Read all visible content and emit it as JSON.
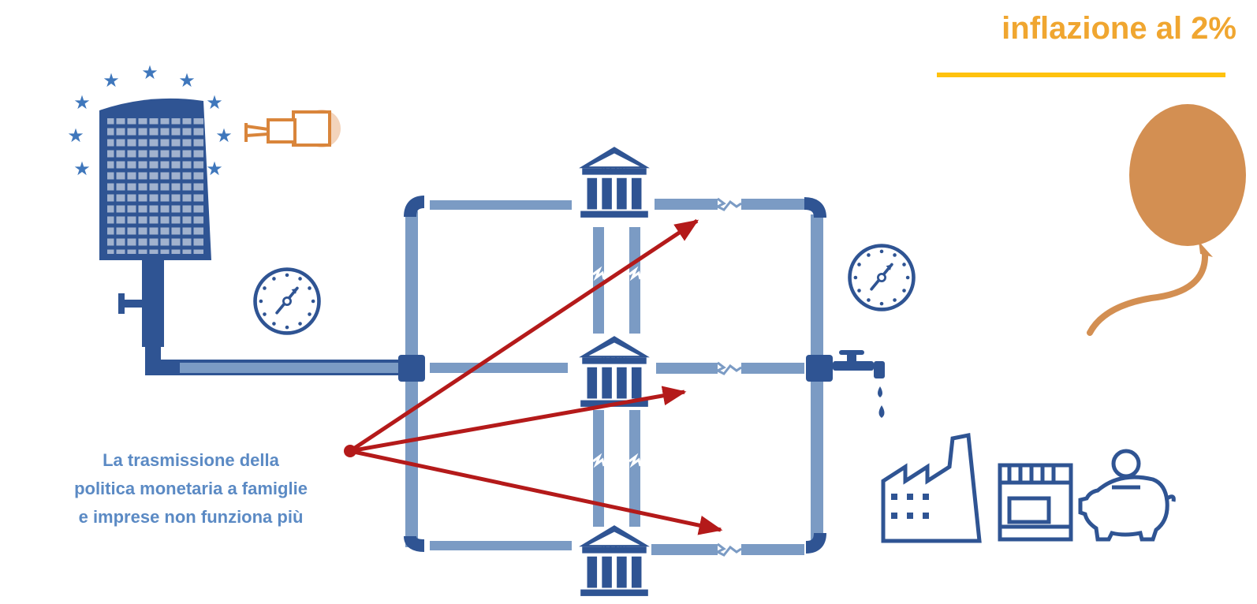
{
  "headline": "inflazione al 2%",
  "caption": {
    "lines": [
      "La trasmissione della",
      "politica monetaria a famiglie",
      "e imprese non funziona più"
    ]
  },
  "bank_label": "BANK",
  "colors": {
    "pipe": "#7b9bc4",
    "pipe_dark": "#2f5493",
    "headline": "#f0a630",
    "caption": "#5b8ac4",
    "arrow": "#b41a1a",
    "balloon": "#d38f52",
    "telescope": "#d9853b"
  },
  "icons": [
    "ecb-tower-icon",
    "eu-stars-icon",
    "telescope-icon",
    "gauge-icon",
    "bank-icon",
    "faucet-icon",
    "factory-icon",
    "shop-icon",
    "piggy-bank-icon",
    "balloon-icon"
  ]
}
